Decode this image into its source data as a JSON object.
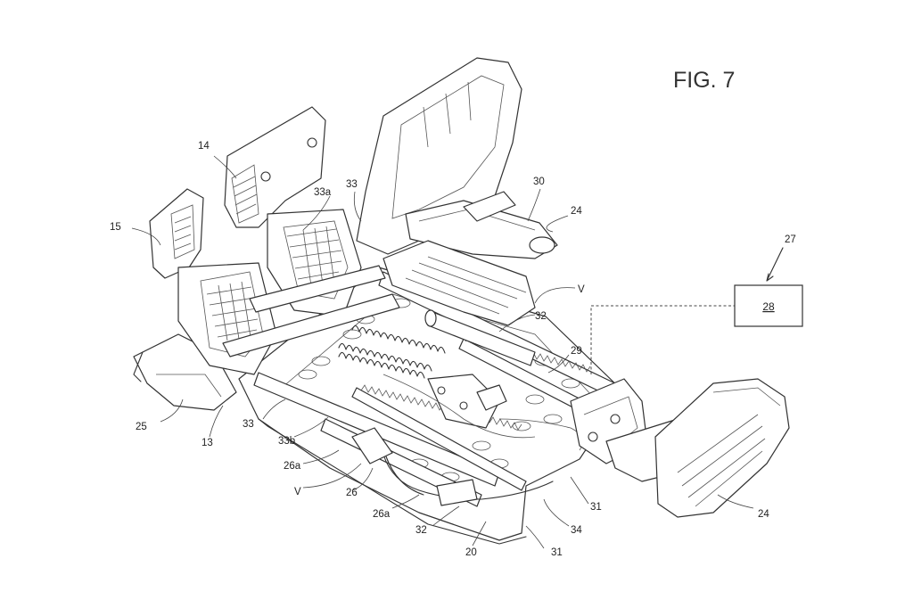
{
  "figure": {
    "title": "FIG. 7",
    "box_label": "28",
    "labels": {
      "l14": "14",
      "l15": "15",
      "l33a": "33a",
      "l33_top": "33",
      "l30": "30",
      "l24_top": "24",
      "l27": "27",
      "lV_top": "V",
      "l32_mid": "32",
      "l29": "29",
      "l25": "25",
      "l13": "13",
      "l33_bot": "33",
      "l33b": "33b",
      "l26a_1": "26a",
      "lV_bot": "V",
      "l26": "26",
      "l26a_2": "26a",
      "l32_bot": "32",
      "l20": "20",
      "l31_a": "31",
      "l31_b": "31",
      "l34": "34",
      "l24_bot": "24"
    }
  }
}
